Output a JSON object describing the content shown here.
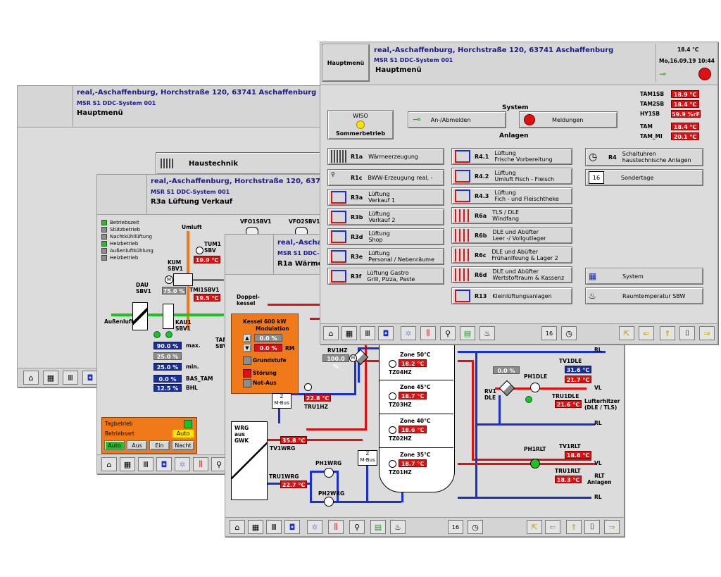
{
  "address": "real,-Aschaffenburg, Horchstraße 120, 63741 Aschaffenburg",
  "system": "MSR S1  DDC-System 001",
  "win1": {
    "title": "Hauptmenü",
    "haustechnik": "Haustechnik"
  },
  "win2": {
    "title": "R3a  Lüftung Verkauf",
    "legend": [
      "Betriebszeit",
      "Stützbetrieb",
      "Nachtkühllüftung",
      "Heizbetrieb",
      "Außenluftkühlung",
      "Heizbetrieb"
    ],
    "umluft": "Umluft",
    "tum1": "TUM1",
    "sbv": "SBV",
    "tum1_val": "19.9 °C",
    "kum": "KUM",
    "sbv1": "SBV1",
    "dau": "DAU",
    "dau_sbv1": "SBV1",
    "dau_val": "75.0 %",
    "tmi1": "TMI1SBV1",
    "tmi1_val": "19.5 °C",
    "kau1": "KAU1",
    "kau1_sbv1": "SBV1",
    "aussenluft": "Außenluft",
    "vfo1": "VFO1SBV1",
    "vfo2": "VFO2SBV1",
    "tam_short": "TAM",
    "sbv_short": "SBV",
    "max_val": "90.0 %",
    "max_lbl": "max.",
    "mid_val": "25.0 %",
    "min_val": "25.0 %",
    "min_lbl": "min.",
    "bas_val": "0.0 %",
    "bas_lbl": "BAS_TAM",
    "bhl_val": "12.5 %",
    "bhl_lbl": "BHL",
    "tagbetrieb": "Tagbetrieb",
    "betriebsart": "Betriebsart",
    "betriebsart_val": "Auto",
    "mode_buttons": [
      "Auto",
      "Aus",
      "Ein",
      "Nacht"
    ]
  },
  "win3": {
    "title": "R1a  Wärme",
    "doppelkessel": "Doppel-\nkessel",
    "kessel": "Kessel  600 kW",
    "modulation": "Modulation",
    "mod_val": "0.0 %",
    "rm_val": "0.0 %",
    "rm": "RM",
    "grundstufe": "Grundstufe",
    "stoerung": "Störung",
    "notaus": "Not-Aus",
    "zmbus": "Z\nM-Bus",
    "tru1hz": "TRU1HZ",
    "tru1hz_val": "22.8 °C",
    "rv1hz": "RV1HZ",
    "rv1hz_val": "100.0 %",
    "wrg": "WRG\naus\nGWK",
    "tv1wrg": "TV1WRG",
    "tv1wrg_val": "35.8 °C",
    "tru1wrg": "TRU1WRG",
    "tru1wrg_val": "22.7 °C",
    "ph1wrg": "PH1WRG",
    "ph2wrg": "PH2WRG",
    "zones": [
      {
        "name": "Zone 50°C",
        "val": "18.2 °C",
        "tag": "TZ04HZ"
      },
      {
        "name": "Zone 45°C",
        "val": "18.7 °C",
        "tag": "TZ03HZ"
      },
      {
        "name": "Zone 40°C",
        "val": "18.6 °C",
        "tag": "TZ02HZ"
      },
      {
        "name": "Zone 35°C",
        "val": "18.7 °C",
        "tag": "TZ01HZ"
      }
    ],
    "rv1dle_val": "0.0 %",
    "ph1dle": "PH1DLE",
    "rv1dle": "RV1\nDLE",
    "tv1dle": "TV1DLE",
    "tv1dle_val1": "31.6 °C",
    "tv1dle_val2": "21.7 °C",
    "vl": "VL",
    "rl": "RL",
    "tru1dle": "TRU1DLE",
    "tru1dle_val": "21.6 °C",
    "lufterhitzer": "Lufterhitzer\n(DLE / TLS)",
    "ph1rlt": "PH1RLT",
    "tv1rlt": "TV1RLT",
    "tv1rlt_val": "18.6 °C",
    "tru1rlt": "TRU1RLT",
    "tru1rlt_val": "18.3 °C",
    "rlt": "RLT\nAnlagen",
    "mbus2": "Z\nM-Bus"
  },
  "win4": {
    "hauptmenu_btn": "Hauptmenü",
    "title": "Hauptmenü",
    "temp": "18.4  °C",
    "datetime": "Mo,16.09.19   10:44",
    "system_lbl": "System",
    "anlagen_lbl": "Anlagen",
    "wiso": "WISO",
    "sommerbetrieb": "Sommerbetrieb",
    "anabmelden": "An-/Abmelden",
    "meldungen": "Meldungen",
    "sensors": [
      {
        "name": "TAM1SB",
        "val": "18.9 °C"
      },
      {
        "name": "TAM2SB",
        "val": "18.4 °C"
      },
      {
        "name": "HY1SB",
        "val": "59.9 %rF"
      },
      {
        "name": "TAM",
        "val": "18.4 °C"
      },
      {
        "name": "TAM_MI",
        "val": "20.1 °C"
      }
    ],
    "col1": [
      {
        "tag": "R1a",
        "label": "Wärmeerzeugung"
      },
      {
        "tag": "R1c",
        "label": "BWW-Erzeugung real, -"
      },
      {
        "tag": "R3a",
        "label": "Lüftung\nVerkauf 1"
      },
      {
        "tag": "R3b",
        "label": "Lüftung\nVerkauf 2"
      },
      {
        "tag": "R3d",
        "label": "Lüftung\nShop"
      },
      {
        "tag": "R3e",
        "label": "Lüftung\nPersonal / Nebenräume"
      },
      {
        "tag": "R3f",
        "label": "Lüftung Gastro\nGrill, Pizza, Paste"
      }
    ],
    "col2": [
      {
        "tag": "R4.1",
        "label": "Lüftung\nFrische Vorbereitung"
      },
      {
        "tag": "R4.2",
        "label": "Lüftung\nUmluft Fisch - Fleisch"
      },
      {
        "tag": "R4.3",
        "label": "Lüftung\nFich - und Fleischtheke"
      },
      {
        "tag": "R6a",
        "label": "TLS / DLE\nWindfang"
      },
      {
        "tag": "R6b",
        "label": "DLE und Abüfter\nLeer -/ Vollgutlager"
      },
      {
        "tag": "R6c",
        "label": "DLE und Abüfter\nFrühanlfeung & Lager 2"
      },
      {
        "tag": "R6d",
        "label": "DLE und Abüfter\nWertstoftraum & Kassenz"
      },
      {
        "tag": "R13",
        "label": "Kleinlüftungsanlagen"
      }
    ],
    "col3": [
      {
        "tag": "R4",
        "label": "Schaltuhren\nhaustechnische Anlagen"
      },
      {
        "tag": "16",
        "label": "Sondertage"
      }
    ],
    "system_btn": "System",
    "raumtemp_btn": "Raumtemperatur SBW"
  },
  "colors": {
    "accent": "#1a1a8c",
    "alarm": "#e01010",
    "value_blue": "#1a2f9e",
    "boiler": "#f07a1a",
    "pipe_red": "#e01010",
    "pipe_blue": "#1a2fd0",
    "green": "#21c021"
  }
}
